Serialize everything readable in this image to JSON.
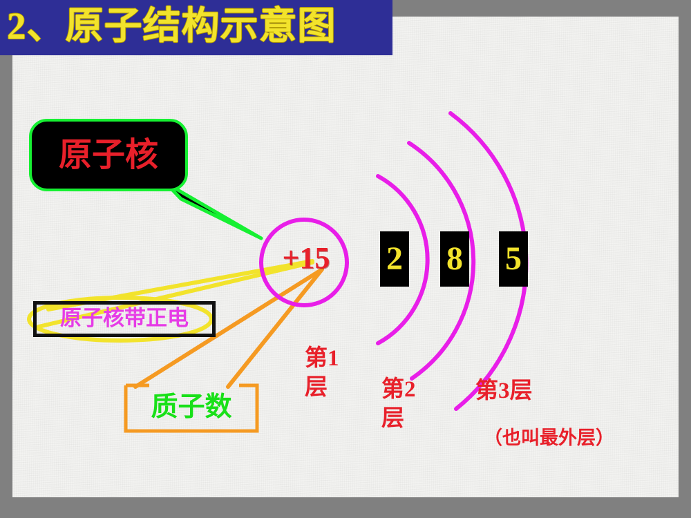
{
  "slide": {
    "title": "2、原子结构示意图",
    "background_color": "#f4f4f2",
    "frame_color": "#808080",
    "title_banner_color": "#2e2e96",
    "title_text_color": "#f2e32c"
  },
  "nucleus": {
    "charge_label": "+15",
    "circle_color": "#e81ee8",
    "text_color": "#e8202a"
  },
  "callout": {
    "label": "原子核",
    "fill_color": "#000000",
    "border_color": "#16f032",
    "text_color": "#e8202a"
  },
  "charge_box": {
    "label": "原子核带正电",
    "border_color": "#111111",
    "text_color": "#e63ce6",
    "highlight_ellipse_color": "#f2e32c"
  },
  "proton_box": {
    "label": "质子数",
    "border_color": "#f59a22",
    "text_color": "#18e018",
    "connector_color": "#f59a22"
  },
  "shells": [
    {
      "electrons": "2",
      "caption": "第1\n层",
      "arc_color": "#e81ee8"
    },
    {
      "electrons": "8",
      "caption": "第2\n层",
      "arc_color": "#e81ee8"
    },
    {
      "electrons": "5",
      "caption": "第3层",
      "arc_color": "#e81ee8"
    }
  ],
  "outermost_note": "（也叫最外层）",
  "connectors": {
    "callout_tail_color": "#16f032",
    "charge_line_color": "#f2e32c"
  },
  "chart_data": {
    "type": "diagram",
    "title": "2、原子结构示意图",
    "element_proton_number": 15,
    "shell_electrons": [
      2,
      8,
      5
    ],
    "shell_names": [
      "第1层",
      "第2层",
      "第3层"
    ],
    "annotations": [
      "原子核",
      "原子核带正电",
      "质子数",
      "（也叫最外层）"
    ]
  }
}
